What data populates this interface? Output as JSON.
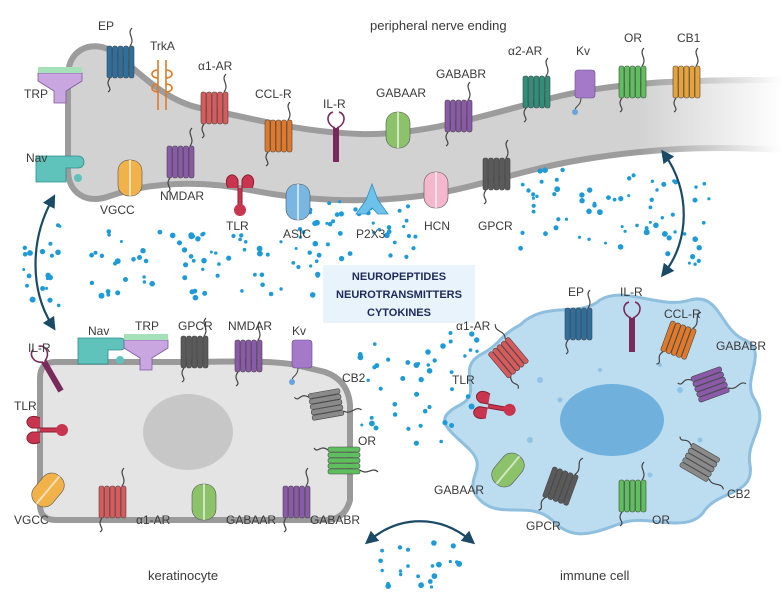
{
  "titles": {
    "nerve": "peripheral nerve ending",
    "keratinocyte": "keratinocyte",
    "immune": "immune cell"
  },
  "center": {
    "line1": "NEUROPEPTIDES",
    "line2": "NEUROTRANSMITTERS",
    "line3": "CYTOKINES"
  },
  "nerve": {
    "trp": "TRP",
    "ep": "EP",
    "trka": "TrkA",
    "a1ar": "α1-AR",
    "cclr": "CCL-R",
    "ilr": "IL-R",
    "gabaar": "GABAAR",
    "gababr": "GABABR",
    "a2ar": "α2-AR",
    "kv": "Kv",
    "or": "OR",
    "cb1": "CB1",
    "nav": "Nav",
    "vgcc": "VGCC",
    "nmdar": "NMDAR",
    "tlr": "TLR",
    "asic": "ASIC",
    "p2x3": "P2X3",
    "hcn": "HCN",
    "gpcr": "GPCR"
  },
  "keratinocyte": {
    "ilr": "IL-R",
    "nav": "Nav",
    "trp": "TRP",
    "gpcr": "GPCR",
    "nmdar": "NMDAR",
    "kv": "Kv",
    "cb2": "CB2",
    "tlr": "TLR",
    "or": "OR",
    "vgcc": "VGCC",
    "a1ar": "α1-AR",
    "gabaar": "GABAAR",
    "gababr": "GABABR"
  },
  "immune": {
    "ep": "EP",
    "ilr": "IL-R",
    "cclr": "CCL-R",
    "a1ar": "α1-AR",
    "gababr": "GABABR",
    "tlr": "TLR",
    "cb2": "CB2",
    "gabaar": "GABAAR",
    "gpcr": "GPCR",
    "or": "OR"
  },
  "colors": {
    "membrane": "#b9b9b9",
    "cytoplasm": "#e6e6e6",
    "immune_cell": "#b7d9ef",
    "immune_nucleus": "#6fb1dc",
    "dots": "#1e9bd7",
    "arrow": "#1b4a66",
    "label_box": "#e8f3fb"
  }
}
